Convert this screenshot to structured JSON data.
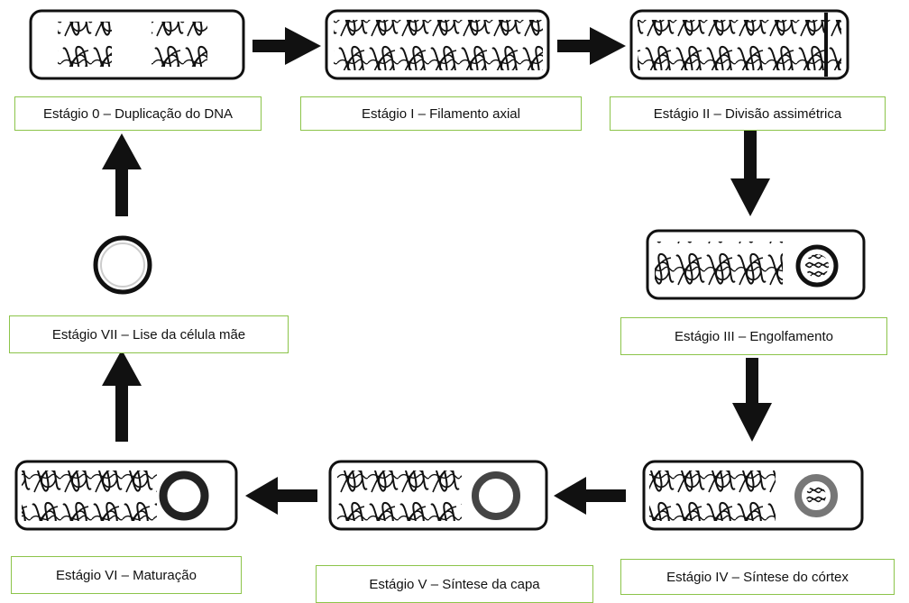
{
  "stages": [
    {
      "id": "s0",
      "label": "Estágio 0 – Duplicação do DNA"
    },
    {
      "id": "s1",
      "label": "Estágio I – Filamento axial"
    },
    {
      "id": "s2",
      "label": "Estágio II – Divisão assimétrica"
    },
    {
      "id": "s3",
      "label": "Estágio III – Engolfamento"
    },
    {
      "id": "s4",
      "label": "Estágio IV – Síntese do córtex"
    },
    {
      "id": "s5",
      "label": "Estágio V – Síntese da capa"
    },
    {
      "id": "s6",
      "label": "Estágio VI – Maturação"
    },
    {
      "id": "s7",
      "label": "Estágio VII – Lise da célula mãe"
    }
  ],
  "colors": {
    "label_border": "#8cc44a",
    "ink": "#111111",
    "cortex_gray": "#777777"
  }
}
